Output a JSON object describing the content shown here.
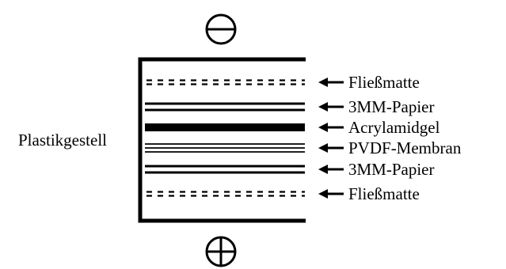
{
  "electrodes": {
    "top": "minus-electrode-icon",
    "bottom": "plus-electrode-icon"
  },
  "holder_label": "Plastikgestell",
  "layers": [
    {
      "label": "Fließmatte",
      "style": "dashed"
    },
    {
      "label": "3MM-Papier",
      "style": "double"
    },
    {
      "label": "Acrylamidgel",
      "style": "thick"
    },
    {
      "label": "PVDF-Membran",
      "style": "triple"
    },
    {
      "label": "3MM-Papier",
      "style": "double"
    },
    {
      "label": "Fließmatte",
      "style": "dashed"
    }
  ]
}
